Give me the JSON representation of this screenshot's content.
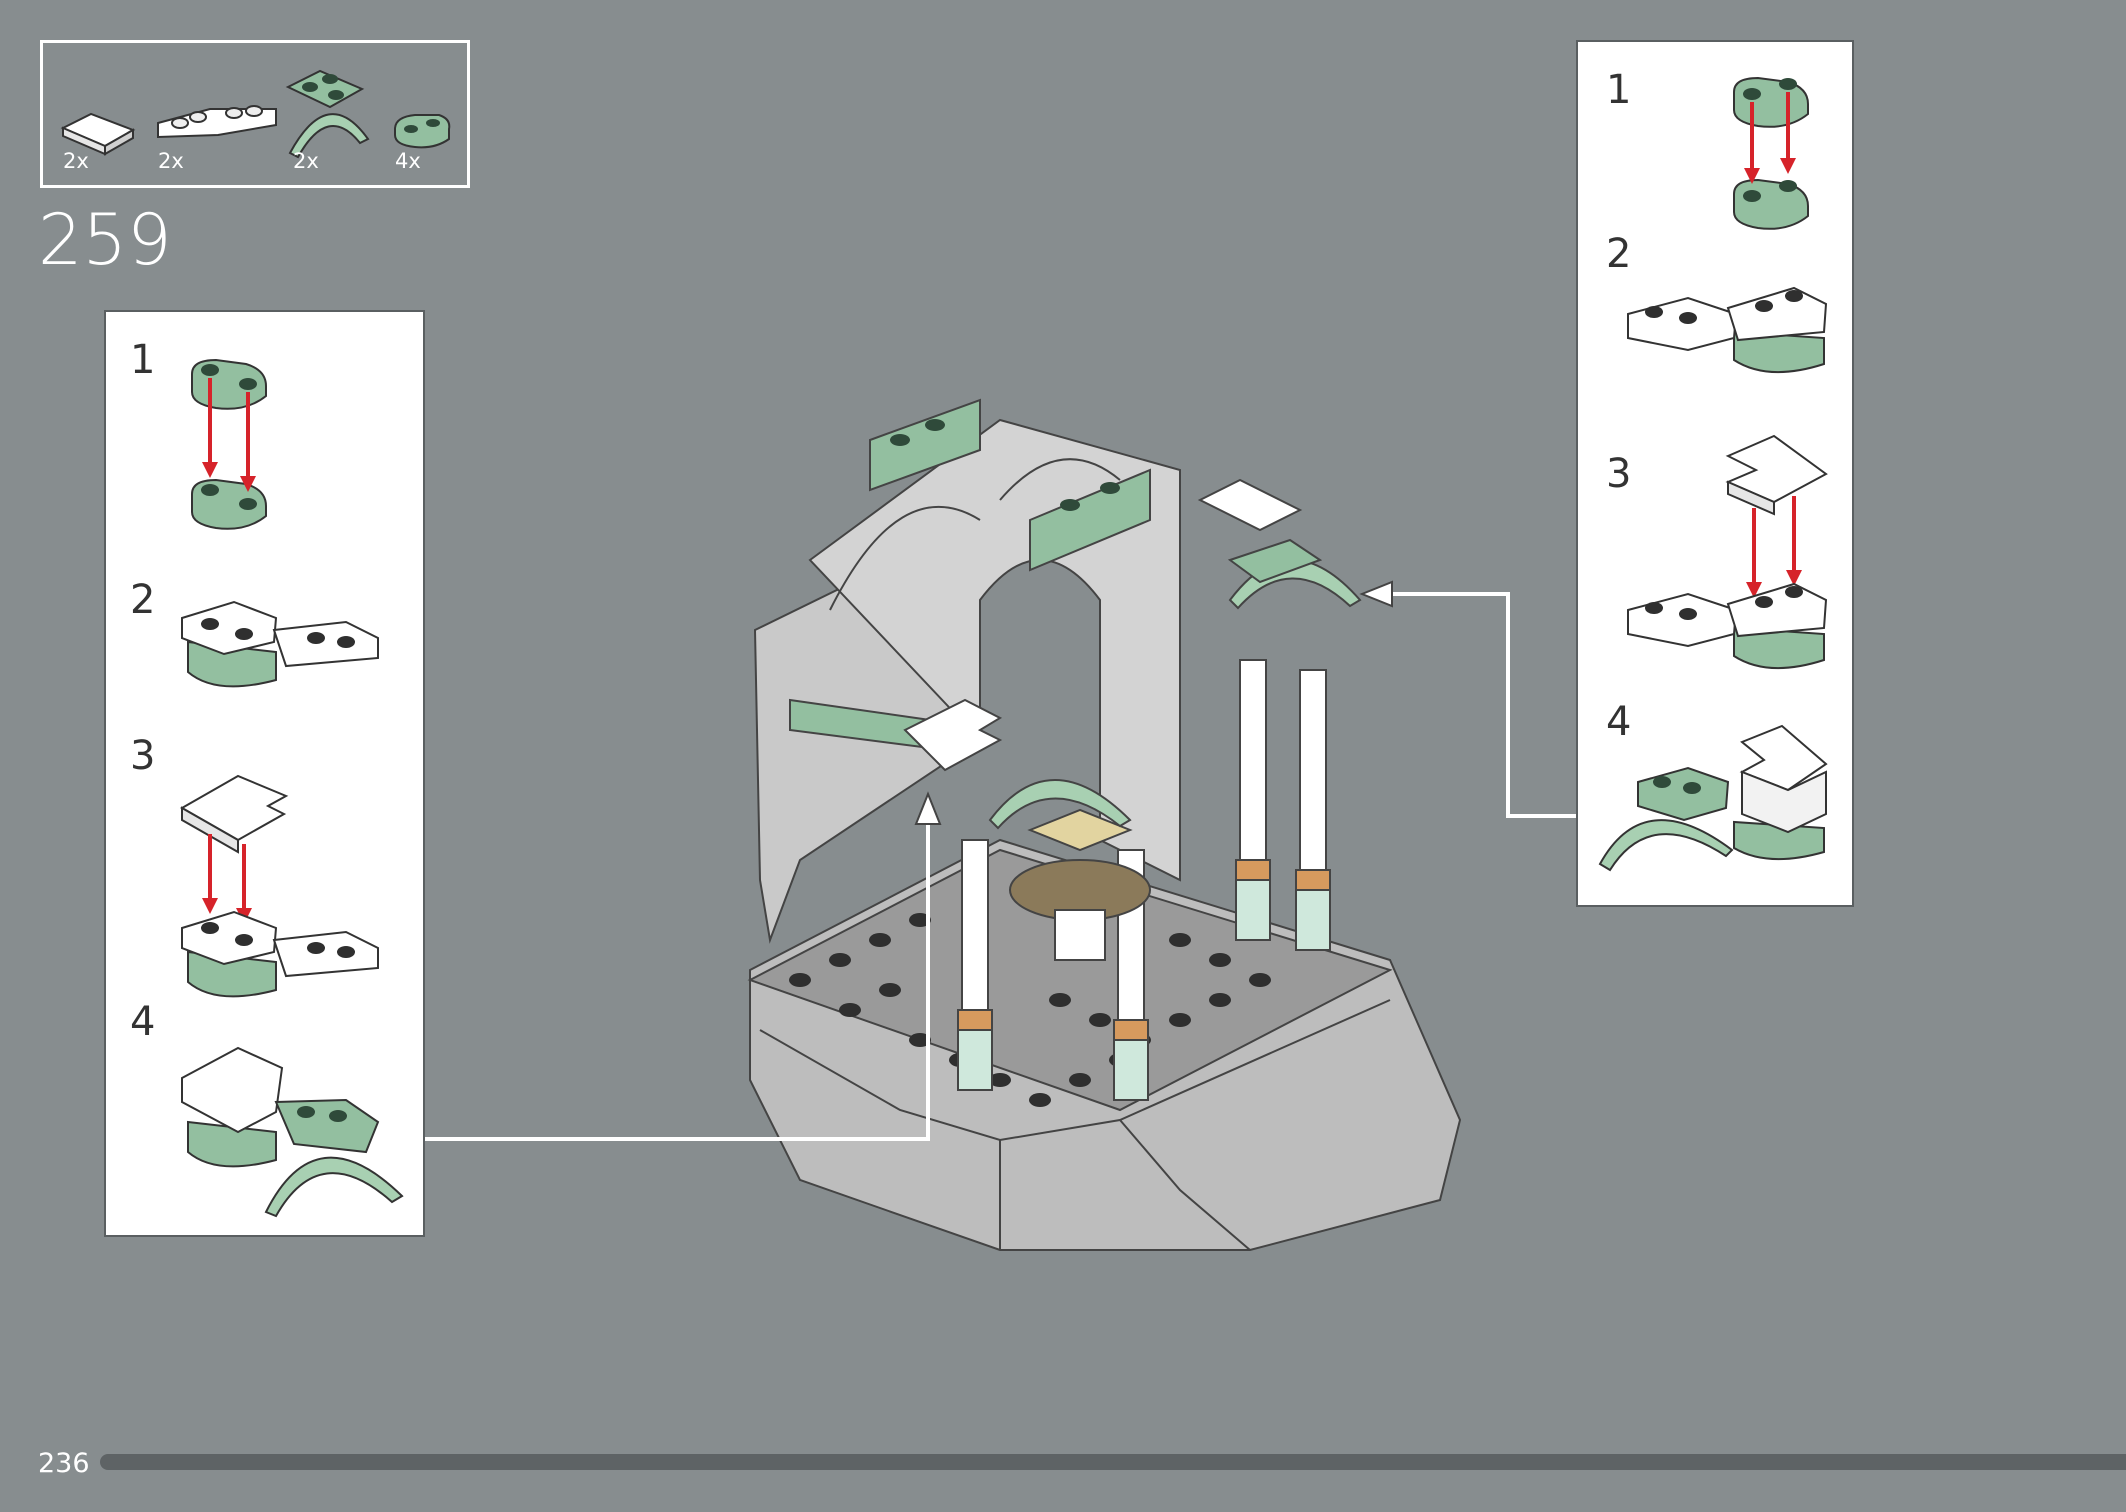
{
  "parts_list": [
    {
      "name": "white-l-plate",
      "qty": "2x"
    },
    {
      "name": "white-hinge-plate",
      "qty": "2x"
    },
    {
      "name": "sand-green-curved-piece",
      "qty": "2x"
    },
    {
      "name": "sand-green-1x2-round-plate",
      "qty": "4x"
    }
  ],
  "step": {
    "number": "259"
  },
  "left_panel": {
    "substeps": [
      {
        "label": "1"
      },
      {
        "label": "2"
      },
      {
        "label": "3"
      },
      {
        "label": "4"
      }
    ]
  },
  "right_panel": {
    "substeps": [
      {
        "label": "1"
      },
      {
        "label": "2"
      },
      {
        "label": "3"
      },
      {
        "label": "4"
      }
    ]
  },
  "footer": {
    "page_number": "236",
    "progress": 0.97
  },
  "colors": {
    "background": "#878d8f",
    "sand_green": "#93bfa0",
    "white_part": "#ffffff",
    "gray_part": "#bdbdbd",
    "arrow_red": "#d6232a",
    "progress_bar": "#5e6365"
  }
}
